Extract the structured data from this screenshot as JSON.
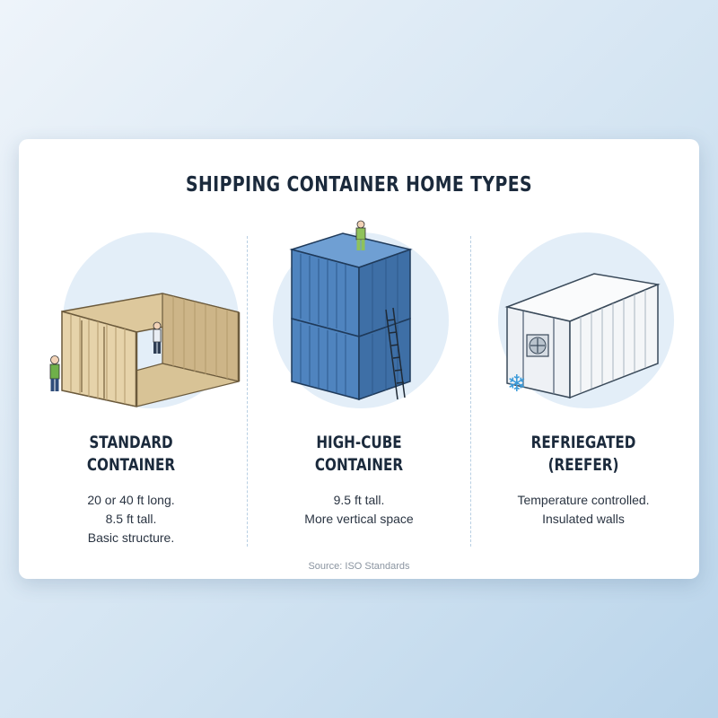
{
  "title": "SHIPPING CONTAINER HOME TYPES",
  "types": [
    {
      "name_lines": [
        "STANDARD",
        "CONTAINER"
      ],
      "desc_lines": [
        "20 or 40 ft long.",
        "8.5 ft tall.",
        "Basic structure."
      ],
      "illustration": "standard-container-illustration"
    },
    {
      "name_lines": [
        "HIGH-CUBE",
        "CONTAINER"
      ],
      "desc_lines": [
        "9.5 ft tall.",
        "More vertical space"
      ],
      "illustration": "high-cube-container-illustration"
    },
    {
      "name_lines": [
        "REFRIEGATED",
        "(REEFER)"
      ],
      "desc_lines": [
        "Temperature controlled.",
        "Insulated walls"
      ],
      "illustration": "reefer-container-illustration",
      "icon": "snowflake-icon"
    }
  ],
  "source": "Source: ISO Standards",
  "colors": {
    "standard_container": "#e6d3aa",
    "high_cube_container": "#4f84bf",
    "reefer_container": "#f4f6f8",
    "snowflake": "#3a9ad9",
    "circle_bg": "#e3eef8"
  }
}
